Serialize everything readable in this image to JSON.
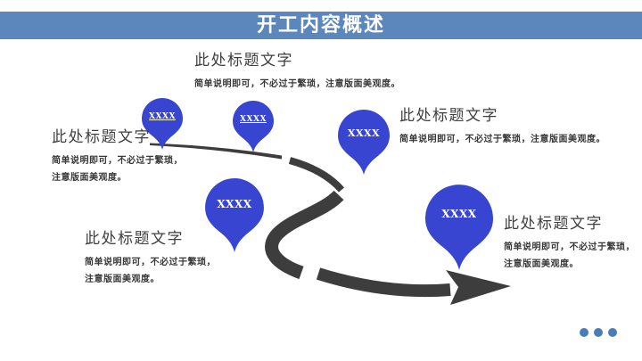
{
  "slide": {
    "title": "开工内容概述"
  },
  "colors": {
    "header_blue": "#5b87bd",
    "pin_blue": "#3745d0",
    "road_gray": "#3d3d3d",
    "dot_blue": "#4a7cb8"
  },
  "pins": [
    {
      "label": "XXXX"
    },
    {
      "label": "XXXX"
    },
    {
      "label": "XXXX"
    },
    {
      "label": "XXXX"
    },
    {
      "label": "XXXX"
    }
  ],
  "blocks": [
    {
      "title": "此处标题文字",
      "desc_lines": [
        "简单说明即可，不必过于繁琐，注意版面美观度。"
      ]
    },
    {
      "title": "此处标题文字",
      "desc_lines": [
        "简单说明即可，不必过于繁琐，",
        "注意版面美观度。"
      ]
    },
    {
      "title": "此处标题文字",
      "desc_lines": [
        "简单说明即可，不必过于繁琐，注意版面美观度。"
      ]
    },
    {
      "title": "此处标题文字",
      "desc_lines": [
        "简单说明即可，不必过于繁琐，",
        "注意版面美观度。"
      ]
    },
    {
      "title": "此处标题文字",
      "desc_lines": [
        "简单说明即可，不必过于繁琐，",
        "注意版面美观度。"
      ]
    }
  ]
}
